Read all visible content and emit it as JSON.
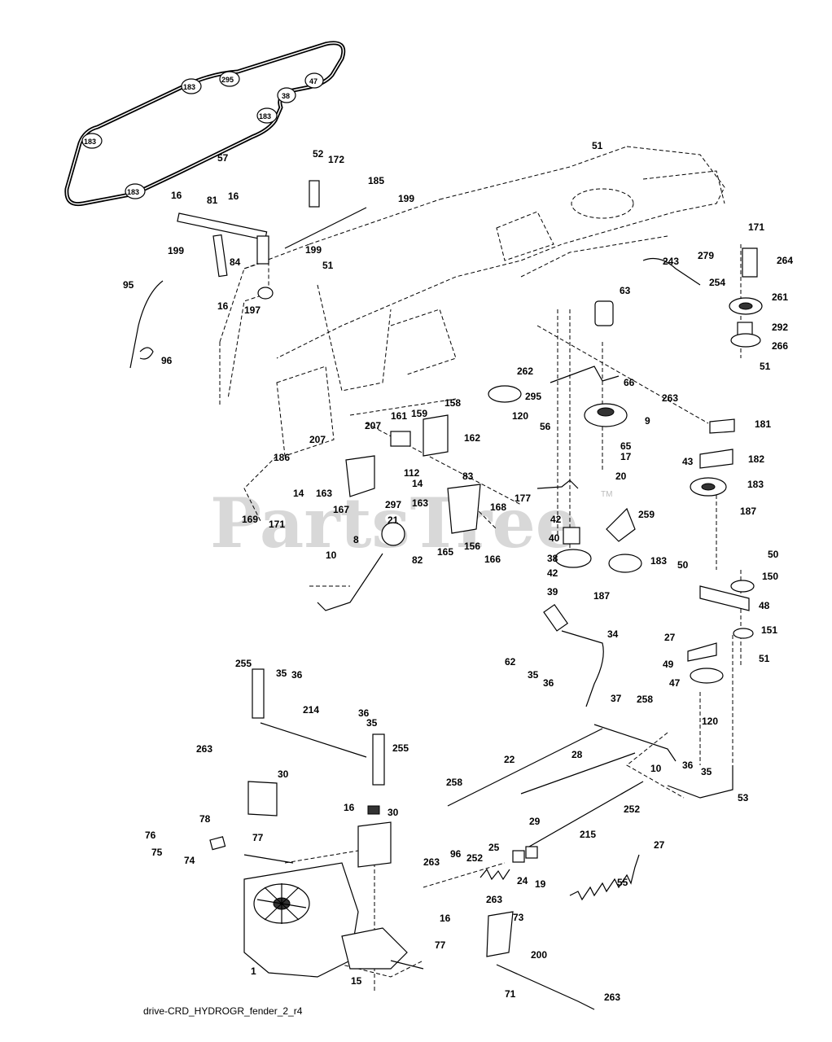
{
  "watermark": "PartsTree",
  "watermark_tm": "TM",
  "caption": "drive-CRD_HYDROGR_fender_2_r4",
  "belt_pulley_labels": [
    "183",
    "295",
    "47",
    "38",
    "183",
    "183",
    "183"
  ],
  "callouts": [
    "57",
    "51",
    "52",
    "172",
    "185",
    "199",
    "16",
    "81",
    "16",
    "199",
    "84",
    "199",
    "51",
    "95",
    "96",
    "16",
    "197",
    "171",
    "279",
    "264",
    "243",
    "254",
    "63",
    "261",
    "292",
    "266",
    "51",
    "262",
    "66",
    "295",
    "120",
    "263",
    "181",
    "56",
    "9",
    "65",
    "17",
    "20",
    "182",
    "43",
    "183",
    "187",
    "158",
    "207",
    "161",
    "159",
    "162",
    "207",
    "112",
    "14",
    "186",
    "14",
    "163",
    "83",
    "167",
    "169",
    "171",
    "297",
    "163",
    "168",
    "177",
    "42",
    "259",
    "40",
    "21",
    "8",
    "82",
    "165",
    "156",
    "166",
    "10",
    "38",
    "183",
    "42",
    "39",
    "187",
    "50",
    "50",
    "150",
    "48",
    "27",
    "151",
    "62",
    "35",
    "36",
    "34",
    "49",
    "51",
    "47",
    "255",
    "35",
    "36",
    "37",
    "258",
    "120",
    "214",
    "36",
    "35",
    "255",
    "263",
    "30",
    "22",
    "28",
    "36",
    "35",
    "10",
    "258",
    "16",
    "30",
    "252",
    "29",
    "53",
    "78",
    "76",
    "75",
    "77",
    "74",
    "96",
    "252",
    "25",
    "215",
    "27",
    "263",
    "24",
    "19",
    "55",
    "263",
    "16",
    "73",
    "77",
    "1",
    "15",
    "200",
    "71",
    "263"
  ]
}
